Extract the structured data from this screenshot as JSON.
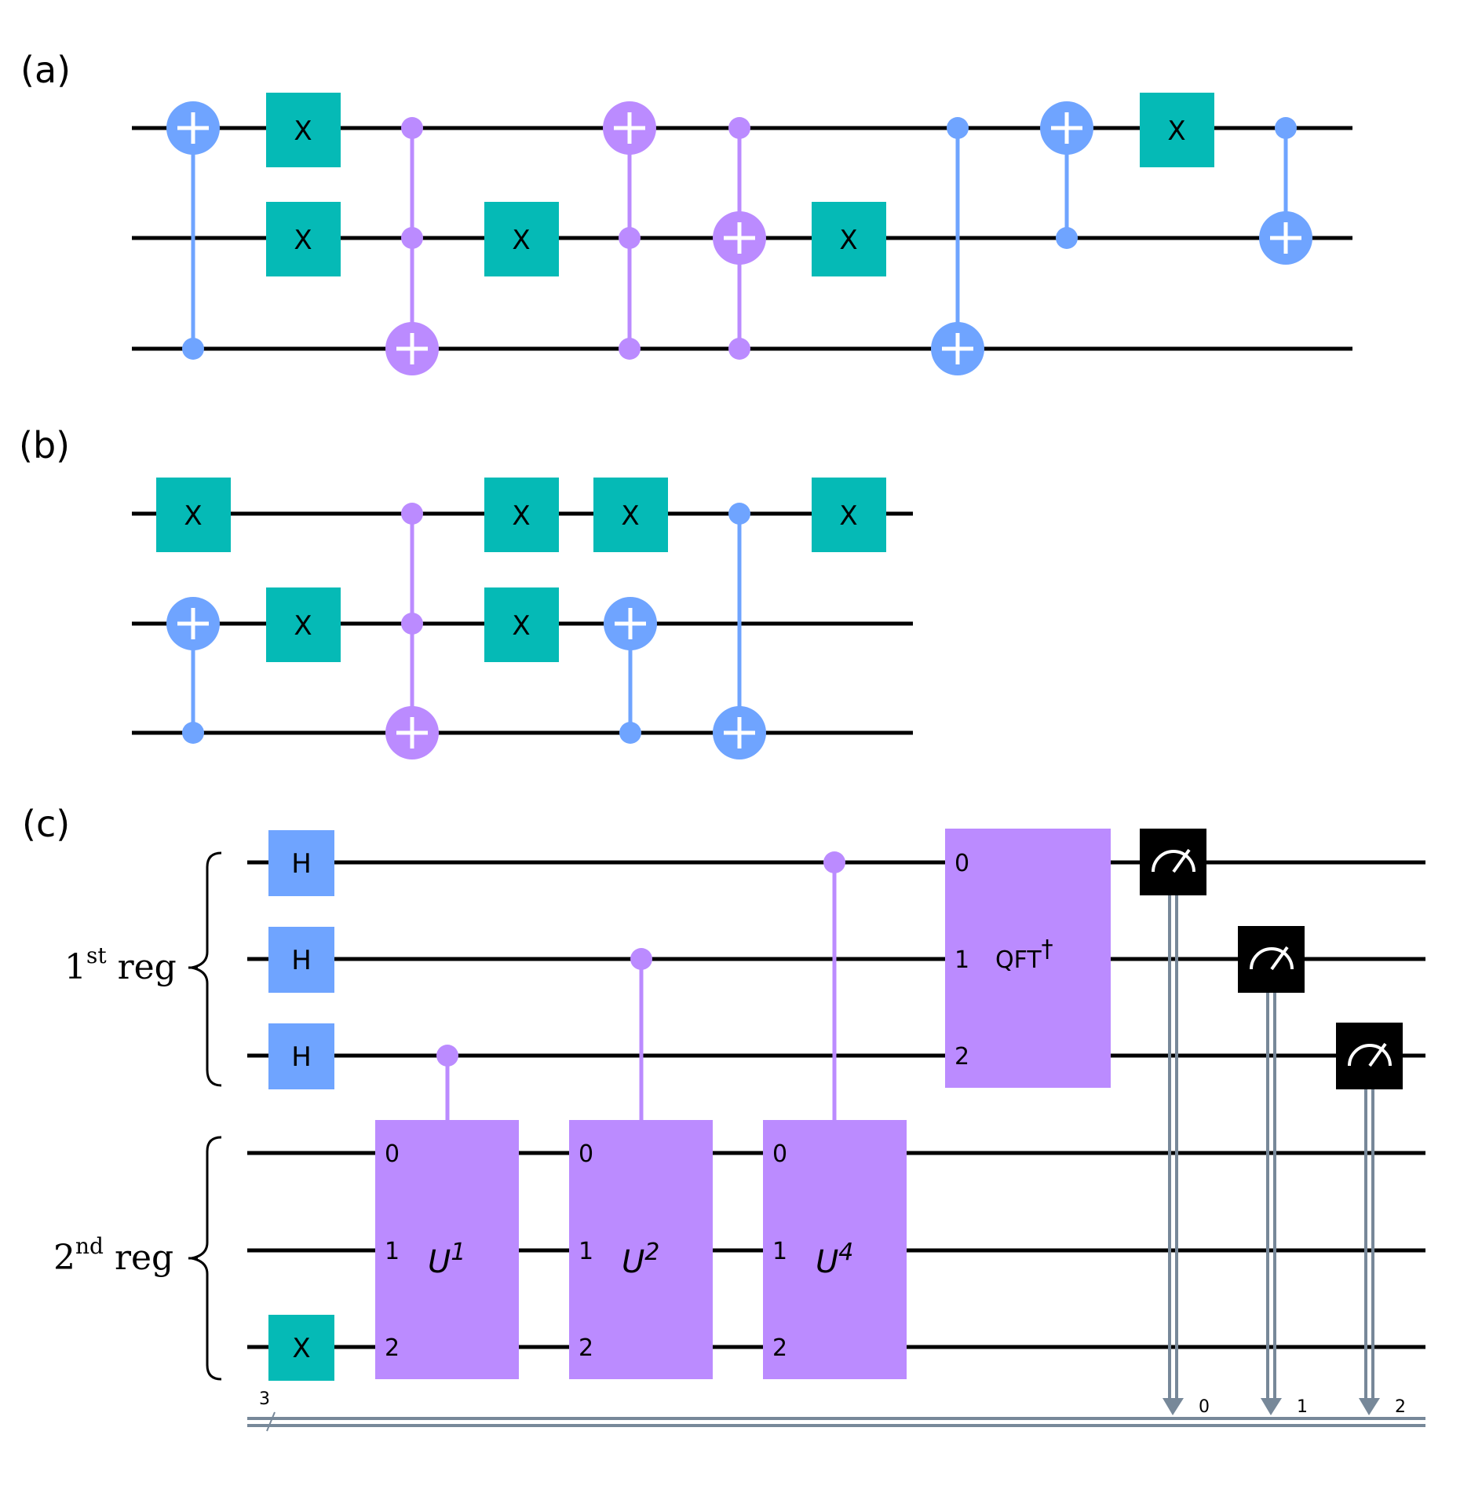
{
  "colors": {
    "wire": "#000000",
    "cnot": "#6fa4ff",
    "toffoli": "#bb8bff",
    "x_gate": "#05bab6",
    "h_gate": "#6fa4ff",
    "measure": "#000000",
    "classical": "#778899",
    "plus_sign": "#ffffff"
  },
  "panels": [
    {
      "label": "(a)",
      "gates": [
        {
          "type": "cnot",
          "target": "q0",
          "controls": [
            "q2"
          ]
        },
        {
          "type": "x",
          "label": "X",
          "qubit": "q0"
        },
        {
          "type": "x",
          "label": "X",
          "qubit": "q1"
        },
        {
          "type": "toffoli",
          "target": "q2",
          "controls": [
            "q0",
            "q1"
          ]
        },
        {
          "type": "x",
          "label": "X",
          "qubit": "q1"
        },
        {
          "type": "toffoli",
          "target": "q0",
          "controls": [
            "q1",
            "q2"
          ]
        },
        {
          "type": "toffoli",
          "target": "q1",
          "controls": [
            "q0",
            "q2"
          ]
        },
        {
          "type": "x",
          "label": "X",
          "qubit": "q1"
        },
        {
          "type": "cnot",
          "target": "q2",
          "controls": [
            "q0"
          ]
        },
        {
          "type": "cnot",
          "target": "q0",
          "controls": [
            "q1"
          ]
        },
        {
          "type": "x",
          "label": "X",
          "qubit": "q0"
        },
        {
          "type": "cnot",
          "target": "q1",
          "controls": [
            "q0"
          ]
        }
      ]
    },
    {
      "label": "(b)",
      "gates": [
        {
          "type": "x",
          "label": "X",
          "qubit": "q0"
        },
        {
          "type": "cnot",
          "target": "q1",
          "controls": [
            "q2"
          ]
        },
        {
          "type": "x",
          "label": "X",
          "qubit": "q1"
        },
        {
          "type": "toffoli",
          "target": "q2",
          "controls": [
            "q0",
            "q1"
          ]
        },
        {
          "type": "x",
          "label": "X",
          "qubit": "q0"
        },
        {
          "type": "x",
          "label": "X",
          "qubit": "q1"
        },
        {
          "type": "x",
          "label": "X",
          "qubit": "q0"
        },
        {
          "type": "cnot",
          "target": "q1",
          "controls": [
            "q2"
          ]
        },
        {
          "type": "cnot",
          "target": "q2",
          "controls": [
            "q0"
          ]
        },
        {
          "type": "x",
          "label": "X",
          "qubit": "q0"
        }
      ]
    },
    {
      "label": "(c)",
      "registers": [
        {
          "name": "1",
          "sup": "st",
          "suffix": " reg"
        },
        {
          "name": "2",
          "sup": "nd",
          "suffix": " reg"
        }
      ],
      "h_label": "H",
      "x_label": "X",
      "controlled_u": [
        {
          "base": "U",
          "power": "1",
          "control": "r1q2"
        },
        {
          "base": "U",
          "power": "2",
          "control": "r1q1"
        },
        {
          "base": "U",
          "power": "4",
          "control": "r1q0"
        }
      ],
      "pin_labels": [
        "0",
        "1",
        "2"
      ],
      "qft": {
        "label": "QFT",
        "sup": "†"
      },
      "classical_bits": "3",
      "measure_bits": [
        "0",
        "1",
        "2"
      ]
    }
  ]
}
